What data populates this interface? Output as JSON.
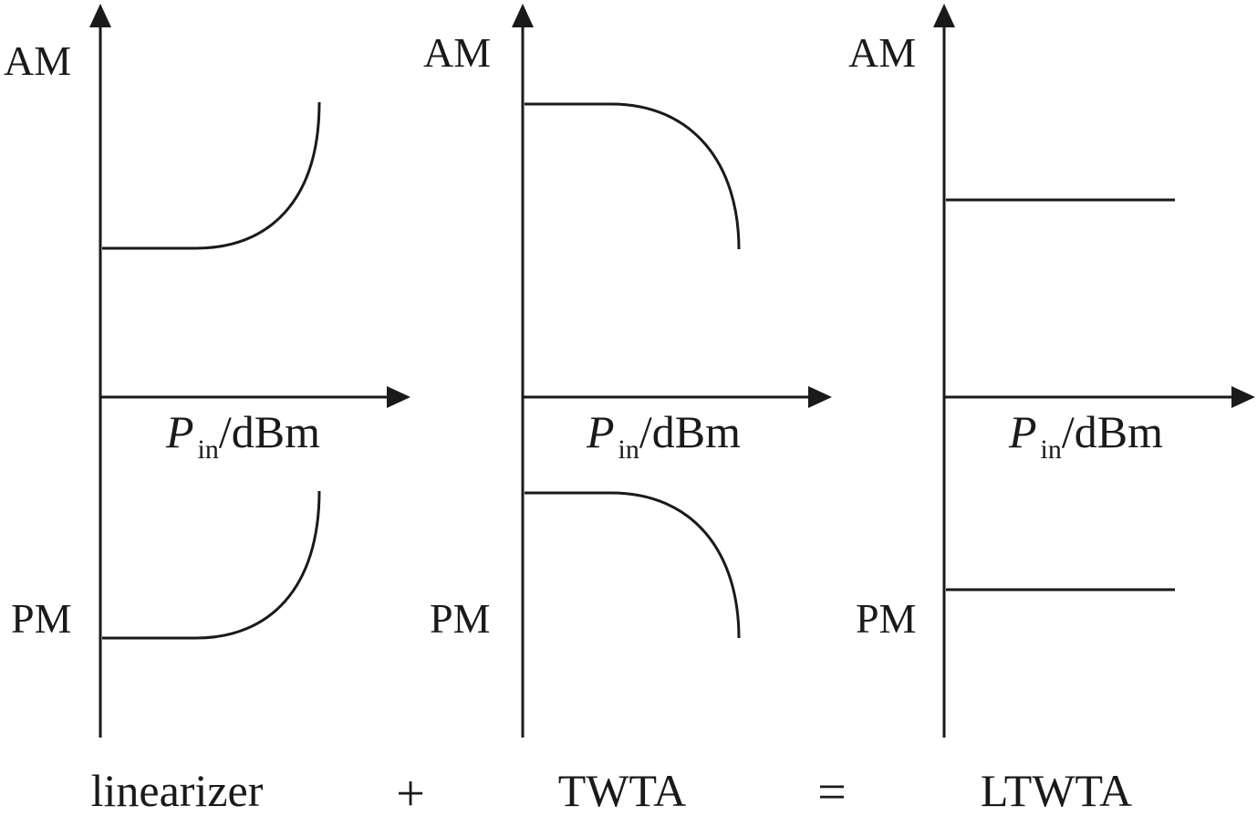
{
  "panels": [
    {
      "id": "linearizer",
      "am_label": "AM",
      "pm_label": "PM",
      "x_label": {
        "main": "P",
        "sub": "in",
        "unit": "/dBm"
      },
      "caption": "linearizer",
      "am_trend": "flat then rising",
      "pm_trend": "flat then rising"
    },
    {
      "id": "twta",
      "am_label": "AM",
      "pm_label": "PM",
      "x_label": {
        "main": "P",
        "sub": "in",
        "unit": "/dBm"
      },
      "caption": "TWTA",
      "am_trend": "flat then falling",
      "pm_trend": "flat then falling"
    },
    {
      "id": "ltwta",
      "am_label": "AM",
      "pm_label": "PM",
      "x_label": {
        "main": "P",
        "sub": "in",
        "unit": "/dBm"
      },
      "caption": "LTWTA",
      "am_trend": "flat",
      "pm_trend": "flat"
    }
  ],
  "operators": {
    "plus": "+",
    "equals": "="
  }
}
